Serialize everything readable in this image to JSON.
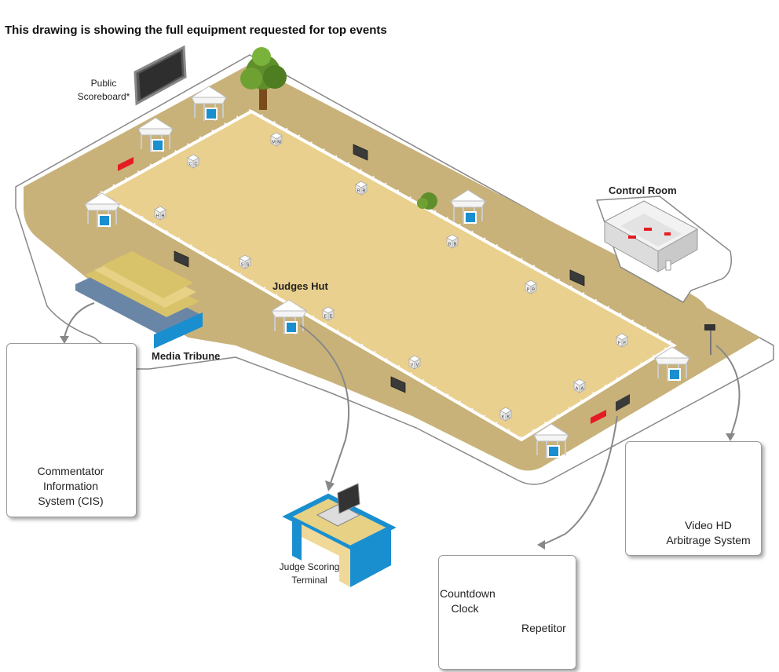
{
  "header": {
    "title": "This drawing is showing the full equipment requested for top events"
  },
  "labels": {
    "public_scoreboard": "Public\nScoreboard*",
    "control_room": "Control Room",
    "judges_hut": "Judges Hut",
    "media_tribune": "Media Tribune",
    "judge_scoring_terminal": "Judge Scoring\nTerminal"
  },
  "callouts": {
    "cis": "Commentator\nInformation\nSystem (CIS)",
    "video": "Video HD\nArbitrage System",
    "countdown": "Countdown\nClock",
    "repetitor": "Repetitor"
  },
  "markers": [
    "M",
    "C",
    "H",
    "R",
    "B",
    "S",
    "P",
    "E",
    "F",
    "V",
    "A",
    "K"
  ],
  "colors": {
    "ground": "#c8b27a",
    "arena": "#ead08e",
    "clock_red": "#e51c24",
    "screen_dark": "#3a3a3a",
    "water_blue": "#1a8fd0"
  },
  "icons": [
    "tree-icon",
    "tent-icon",
    "monitor-icon",
    "camera-icon",
    "laptop-icon",
    "clock-icon",
    "repetitor-icon"
  ]
}
